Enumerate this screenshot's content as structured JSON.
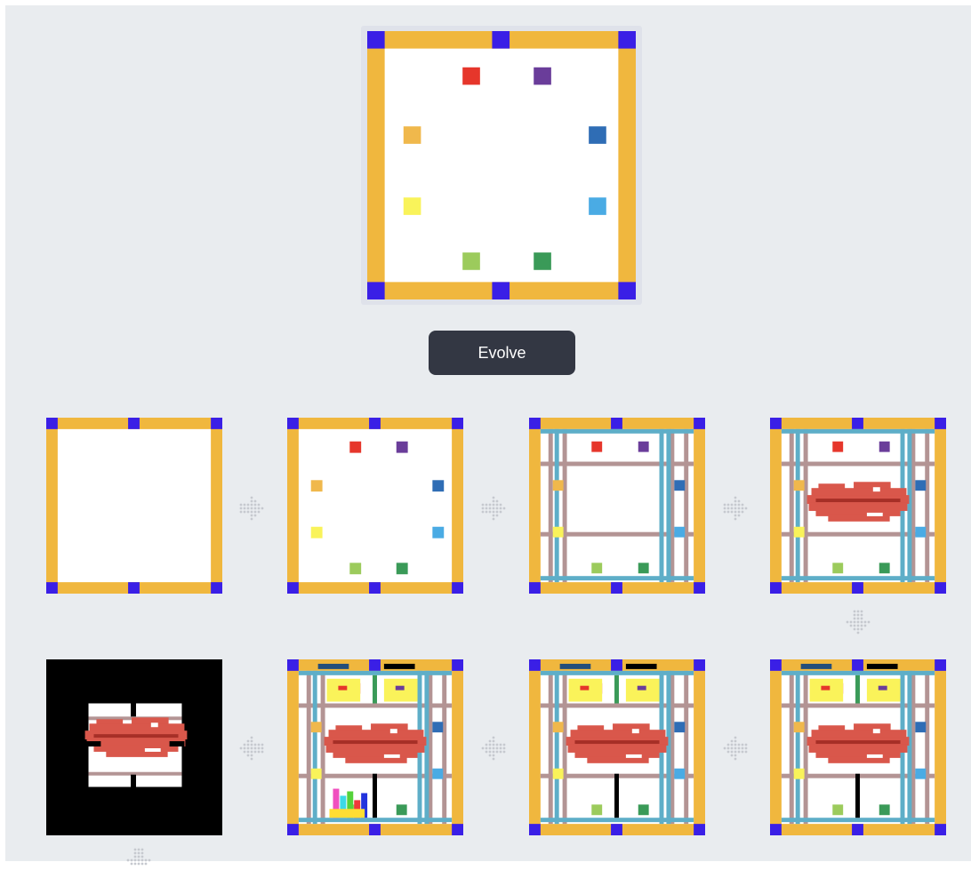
{
  "button": {
    "label": "Evolve"
  },
  "colors": {
    "background": "#e9ecef",
    "frame": "#f0b73e",
    "corner_marker": "#3a1fe6",
    "button_bg": "#333743",
    "button_text": "#ffffff",
    "arrow": "#c6c9cf",
    "grid_brown": "#b39494",
    "grid_teal": "#5eaec8",
    "lips": "#d9574b",
    "lips_line": "#a62f27",
    "dot_colors": [
      "#e6362b",
      "#6a3d9a",
      "#f0b84c",
      "#2f6db5",
      "#f9f35a",
      "#4aabe4",
      "#9ccb5c",
      "#3a9a58"
    ]
  },
  "icons": [
    "dotted-arrow-right-icon",
    "dotted-arrow-left-icon",
    "dotted-arrow-down-icon"
  ],
  "main_pattern": {
    "stage": "dots"
  },
  "evolution": {
    "stages": [
      "frame",
      "dots",
      "grid",
      "lips",
      "bars",
      "bars-rod",
      "bars-rod-blocks",
      "crop-black"
    ]
  }
}
